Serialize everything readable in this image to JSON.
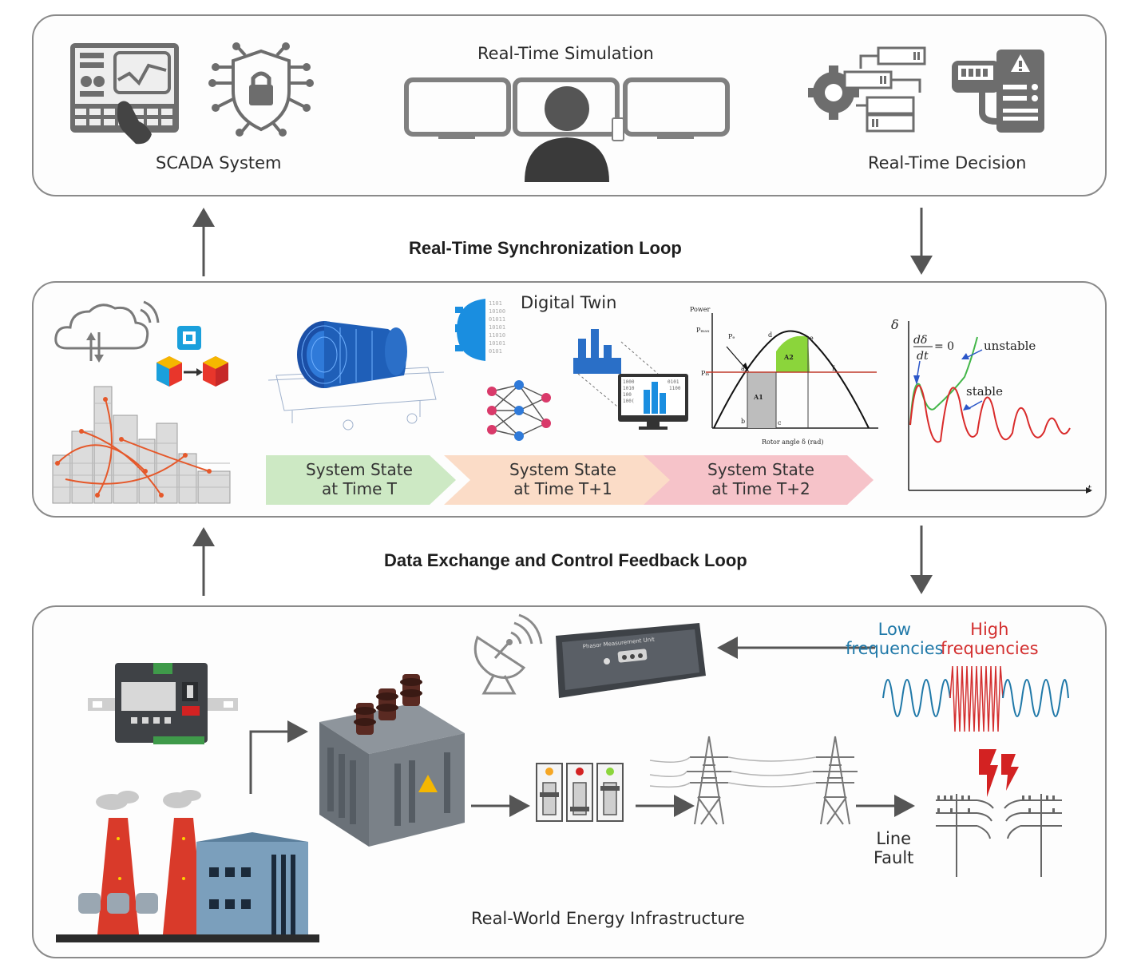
{
  "top": {
    "scada_label": "SCADA System",
    "simulation_label": "Real-Time Simulation",
    "decision_label": "Real-Time Decision"
  },
  "loops": {
    "sync_loop": "Real-Time Synchronization Loop",
    "feedback_loop": "Data Exchange and Control Feedback Loop"
  },
  "middle": {
    "digital_twin_label": "Digital Twin",
    "states": [
      {
        "label": "System State\nat Time T",
        "color": "#cde9c4"
      },
      {
        "label": "System State\nat Time T+1",
        "color": "#fbdcc7"
      },
      {
        "label": "System State\nat Time T+2",
        "color": "#f6c3c9"
      }
    ],
    "power_angle": {
      "power_axis": "Power",
      "pe": "Pₑ",
      "pmax": "Pₘₐₓ",
      "pm": "Pₘ",
      "a1": "A1",
      "a2": "A2",
      "points": [
        "a",
        "b",
        "c",
        "d",
        "e",
        "f"
      ],
      "x_axis": "Rotor angle δ (rad)"
    },
    "stability": {
      "y_axis": "δ",
      "x_axis": "t",
      "equation_num": "dδ",
      "equation_den": "dt",
      "equation_rhs": "= 0",
      "unstable": "unstable",
      "stable": "stable"
    }
  },
  "bottom": {
    "infrastructure_label": "Real-World Energy Infrastructure",
    "low_freq": "Low\nfrequencies",
    "high_freq": "High\nfrequencies",
    "line_fault": "Line\nFault",
    "pmu_label": "Phasor Measurement Unit",
    "low_color": "#1f78a8",
    "high_color": "#d32f2f"
  }
}
